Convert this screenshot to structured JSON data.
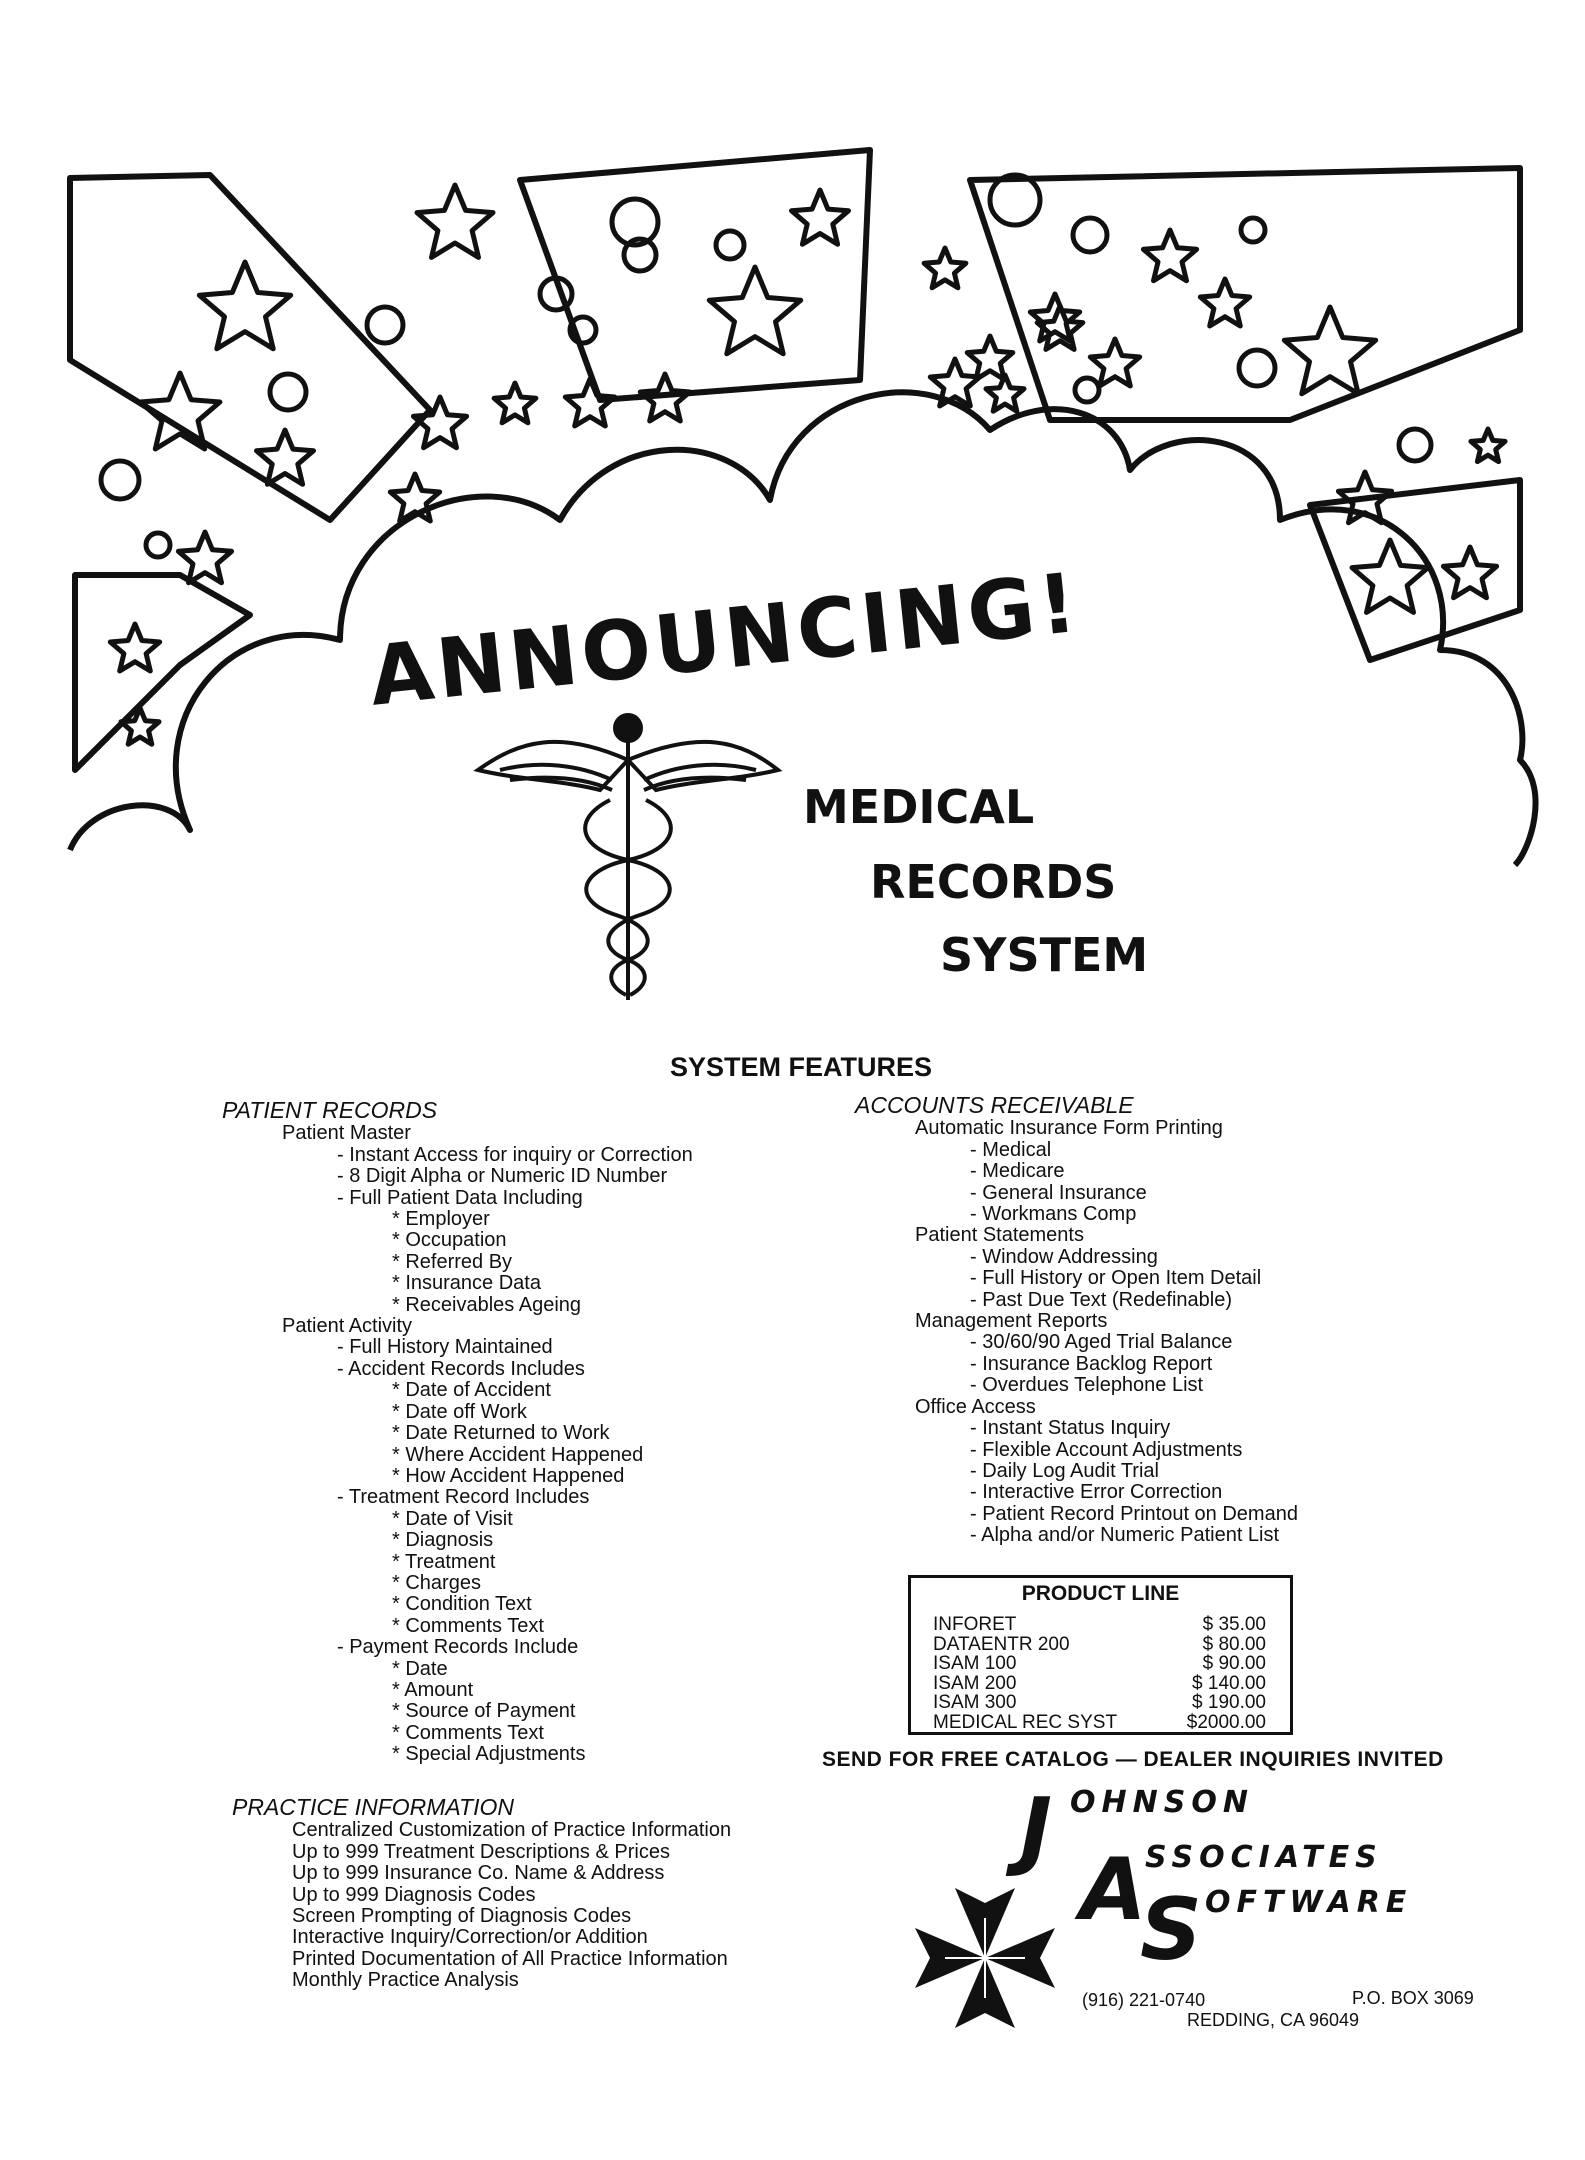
{
  "headline": "ANNOUNCING!",
  "product": {
    "line1": "MEDICAL",
    "line2": "RECORDS",
    "line3": "SYSTEM"
  },
  "features_title": "SYSTEM FEATURES",
  "patient_records": {
    "heading": "PATIENT RECORDS",
    "items": [
      {
        "level": 1,
        "text": "Patient Master"
      },
      {
        "level": 2,
        "text": "Instant Access for inquiry or Correction"
      },
      {
        "level": 2,
        "text": "8 Digit Alpha or Numeric ID Number"
      },
      {
        "level": 2,
        "text": "Full Patient Data Including"
      },
      {
        "level": 3,
        "text": "Employer"
      },
      {
        "level": 3,
        "text": "Occupation"
      },
      {
        "level": 3,
        "text": "Referred By"
      },
      {
        "level": 3,
        "text": "Insurance Data"
      },
      {
        "level": 3,
        "text": "Receivables Ageing"
      },
      {
        "level": 1,
        "text": "Patient Activity"
      },
      {
        "level": 2,
        "text": "Full History Maintained"
      },
      {
        "level": 2,
        "text": "Accident Records Includes"
      },
      {
        "level": 3,
        "text": "Date of Accident"
      },
      {
        "level": 3,
        "text": "Date off Work"
      },
      {
        "level": 3,
        "text": "Date Returned to Work"
      },
      {
        "level": 3,
        "text": "Where Accident Happened"
      },
      {
        "level": 3,
        "text": "How Accident Happened"
      },
      {
        "level": 2,
        "text": "Treatment Record Includes"
      },
      {
        "level": 3,
        "text": "Date of Visit"
      },
      {
        "level": 3,
        "text": "Diagnosis"
      },
      {
        "level": 3,
        "text": "Treatment"
      },
      {
        "level": 3,
        "text": "Charges"
      },
      {
        "level": 3,
        "text": "Condition Text"
      },
      {
        "level": 3,
        "text": "Comments Text"
      },
      {
        "level": 2,
        "text": "Payment Records Include"
      },
      {
        "level": 3,
        "text": "Date"
      },
      {
        "level": 3,
        "text": "Amount"
      },
      {
        "level": 3,
        "text": "Source of Payment"
      },
      {
        "level": 3,
        "text": "Comments Text"
      },
      {
        "level": 3,
        "text": "Special Adjustments"
      }
    ]
  },
  "practice_information": {
    "heading": "PRACTICE INFORMATION",
    "items": [
      "Centralized Customization of Practice Information",
      "Up to 999 Treatment Descriptions & Prices",
      "Up to 999 Insurance Co. Name & Address",
      "Up to 999 Diagnosis Codes",
      "Screen Prompting of Diagnosis Codes",
      "Interactive Inquiry/Correction/or Addition",
      "Printed Documentation of All Practice Information",
      "Monthly Practice Analysis"
    ]
  },
  "accounts_receivable": {
    "heading": "ACCOUNTS RECEIVABLE",
    "items": [
      {
        "level": 1,
        "text": "Automatic Insurance Form Printing"
      },
      {
        "level": 2,
        "text": "Medical"
      },
      {
        "level": 2,
        "text": "Medicare"
      },
      {
        "level": 2,
        "text": "General Insurance"
      },
      {
        "level": 2,
        "text": "Workmans Comp"
      },
      {
        "level": 1,
        "text": "Patient Statements"
      },
      {
        "level": 2,
        "text": "Window Addressing"
      },
      {
        "level": 2,
        "text": "Full History or Open Item Detail"
      },
      {
        "level": 2,
        "text": "Past Due Text (Redefinable)"
      },
      {
        "level": 1,
        "text": "Management Reports"
      },
      {
        "level": 2,
        "text": "30/60/90 Aged Trial Balance"
      },
      {
        "level": 2,
        "text": "Insurance Backlog Report"
      },
      {
        "level": 2,
        "text": "Overdues Telephone List"
      },
      {
        "level": 1,
        "text": "Office Access"
      },
      {
        "level": 2,
        "text": "Instant Status Inquiry"
      },
      {
        "level": 2,
        "text": "Flexible Account Adjustments"
      },
      {
        "level": 2,
        "text": "Daily Log Audit Trial"
      },
      {
        "level": 2,
        "text": "Interactive Error Correction"
      },
      {
        "level": 2,
        "text": "Patient Record Printout on Demand"
      },
      {
        "level": 2,
        "text": "Alpha and/or Numeric Patient List"
      }
    ]
  },
  "product_line": {
    "title": "PRODUCT LINE",
    "rows": [
      {
        "name": "INFORET",
        "price": "$ 35.00"
      },
      {
        "name": "DATAENTR 200",
        "price": "$ 80.00"
      },
      {
        "name": "ISAM 100",
        "price": "$ 90.00"
      },
      {
        "name": "ISAM 200",
        "price": "$ 140.00"
      },
      {
        "name": "ISAM 300",
        "price": "$ 190.00"
      },
      {
        "name": "MEDICAL REC SYST",
        "price": "$2000.00"
      }
    ]
  },
  "catalog_line": "SEND FOR FREE CATALOG — DEALER INQUIRIES INVITED",
  "company": {
    "word1_initial": "J",
    "word1_rest": "OHNSON",
    "word2_initial": "A",
    "word2_rest": "SSOCIATES",
    "word3_initial": "S",
    "word3_rest": "OFTWARE",
    "phone": "(916) 221-0740",
    "po_box": "P.O. BOX 3069",
    "city": "REDDING, CA  96049"
  },
  "icons": [
    "star-icon",
    "bubble-icon",
    "cloud-border",
    "caduceus-icon",
    "maltese-cross-logo"
  ],
  "colors": {
    "ink": "#111111",
    "paper": "#ffffff"
  }
}
